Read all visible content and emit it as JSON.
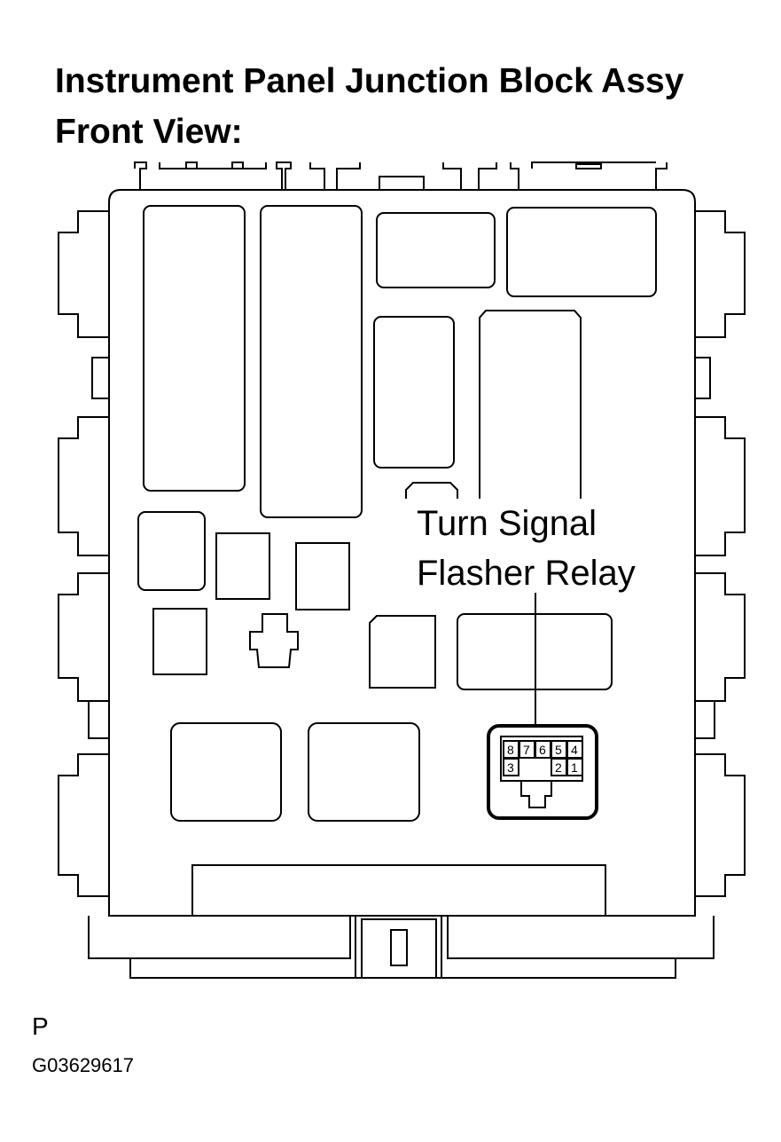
{
  "title": {
    "line1": "Instrument Panel Junction Block Assy",
    "line2": "Front View:"
  },
  "callout": {
    "line1": "Turn Signal",
    "line2": "Flasher Relay"
  },
  "relay_connector": {
    "pins_top": [
      "8",
      "7",
      "6",
      "5",
      "4"
    ],
    "pins_bottom_left": [
      "3"
    ],
    "pins_bottom_right": [
      "2",
      "1"
    ]
  },
  "footer": {
    "view_marker": "P",
    "figure_id": "G03629617"
  }
}
